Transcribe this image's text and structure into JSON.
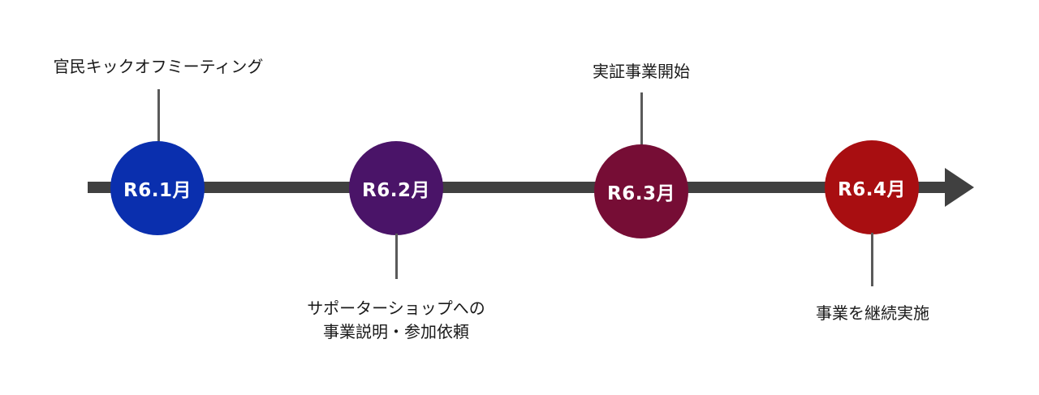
{
  "timeline": {
    "colors": {
      "axis": "#404040",
      "connector": "#5a5a5a",
      "text": "#1a1a1a",
      "node_text": "#ffffff"
    },
    "milestones": [
      {
        "label": "R6.1月",
        "color": "#0a2fae",
        "caption_lines": [
          "官民キックオフミーティング"
        ]
      },
      {
        "label": "R6.2月",
        "color": "#4a1468",
        "caption_lines": [
          "サポーターショップへの",
          "事業説明・参加依頼"
        ]
      },
      {
        "label": "R6.3月",
        "color": "#760d35",
        "caption_lines": [
          "実証事業開始"
        ]
      },
      {
        "label": "R6.4月",
        "color": "#a80e11",
        "caption_lines": [
          "事業を継続実施"
        ]
      }
    ]
  }
}
